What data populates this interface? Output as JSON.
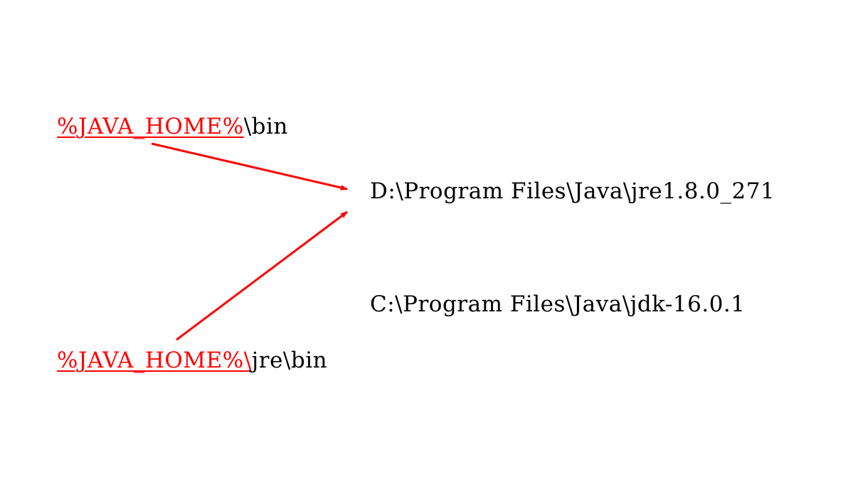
{
  "left_paths": {
    "path1": {
      "variable": "%JAVA_HOME%",
      "suffix": "\\bin"
    },
    "path2": {
      "variable": "%JAVA_HOME%",
      "separator": "\\",
      "suffix": "jre\\bin"
    }
  },
  "right_paths": {
    "jre": "D:\\Program Files\\Java\\jre1.8.0_271",
    "jdk": "C:\\Program Files\\Java\\jdk-16.0.1"
  },
  "colors": {
    "highlight": "#ff0000",
    "text": "#000000",
    "background": "#ffffff"
  }
}
